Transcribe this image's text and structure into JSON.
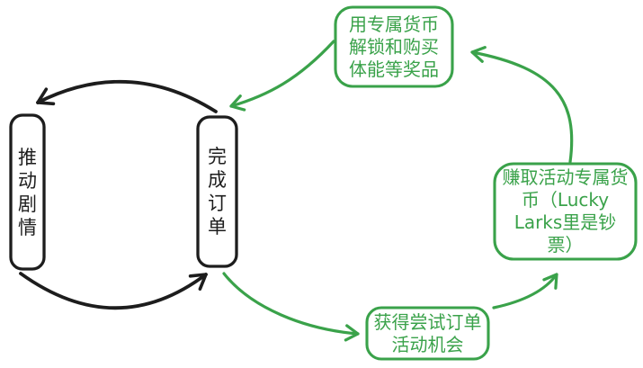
{
  "diagram": {
    "nodes": {
      "push_plot": {
        "label": "推动剧情",
        "chars": [
          "推",
          "动",
          "剧",
          "情"
        ]
      },
      "complete_order": {
        "label": "完成订单",
        "chars": [
          "完",
          "成",
          "订",
          "单"
        ]
      },
      "rewards": {
        "label": "用专属货币解锁和购买体能等奖品",
        "lines": [
          "用专属货币",
          "解锁和购买",
          "体能等奖品"
        ]
      },
      "earn_currency": {
        "label": "赚取活动专属货币（Lucky Larks里是钞票）",
        "lines": [
          "赚取活动专属货",
          "币（Lucky",
          "Larks里是钞",
          "票）"
        ]
      },
      "trial_orders": {
        "label": "获得尝试订单活动机会",
        "lines": [
          "获得尝试订单",
          "活动机会"
        ]
      }
    },
    "edges": [
      {
        "from": "complete_order",
        "to": "push_plot",
        "color": "black"
      },
      {
        "from": "push_plot",
        "to": "complete_order",
        "color": "black"
      },
      {
        "from": "complete_order",
        "to": "trial_orders",
        "color": "green"
      },
      {
        "from": "trial_orders",
        "to": "earn_currency",
        "color": "green"
      },
      {
        "from": "earn_currency",
        "to": "rewards",
        "color": "green"
      },
      {
        "from": "rewards",
        "to": "complete_order",
        "color": "green"
      }
    ],
    "colors": {
      "ink": "#1d1d1d",
      "green": "#3aa24a",
      "background": "#ffffff"
    }
  }
}
